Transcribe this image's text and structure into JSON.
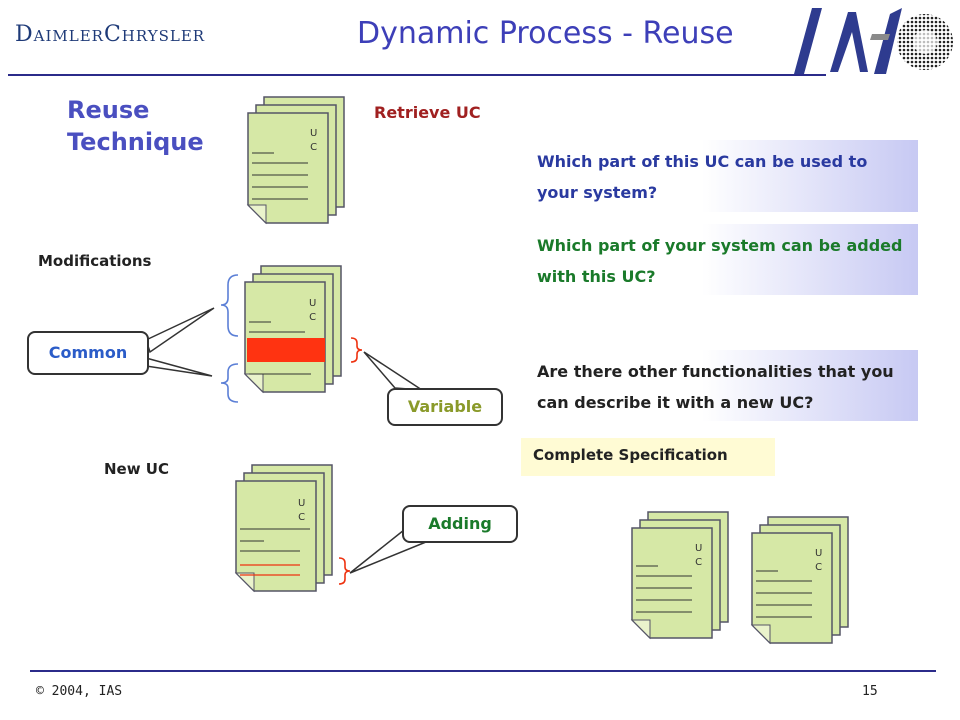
{
  "header": {
    "logo_text": "DaimlerChrysler",
    "title": "Dynamic Process - Reuse",
    "brand_logo": "IAS-logo"
  },
  "main": {
    "heading": "Reuse Technique",
    "retrieve_label": "Retrieve UC",
    "modifications_label": "Modifications",
    "new_uc_label": "New UC",
    "common_label": "Common",
    "variable_label": "Variable",
    "adding_label": "Adding",
    "doc_letters": [
      "U",
      "C"
    ],
    "questions": [
      {
        "text": "Which part of this UC can be used to your system?",
        "color": "#2a3aa0"
      },
      {
        "text": "Which part of your system can be added with this UC?",
        "color": "#1a7a2a"
      },
      {
        "text": "Are there other functionalities that you can describe it with a new UC?",
        "color": "#222222"
      }
    ],
    "complete_spec": "Complete Specification"
  },
  "footer": {
    "copyright": "© 2004, IAS",
    "page_number": "15"
  },
  "colors": {
    "accent": "#3d3fb8",
    "doc_fill": "#d6e8a6",
    "highlight_red": "#ff3311",
    "bracket_blue": "#5b7fd6",
    "bracket_red": "#ee3311"
  }
}
